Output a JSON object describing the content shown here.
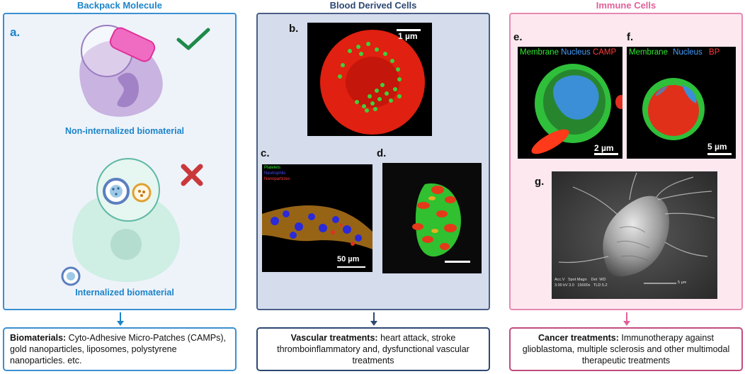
{
  "titles": {
    "backpack": "Backpack Molecule",
    "blood": "Blood Derived Cells",
    "immune": "Immune Cells"
  },
  "panel_letters": {
    "a": "a.",
    "b": "b.",
    "c": "c.",
    "d": "d.",
    "e": "e.",
    "f": "f.",
    "g": "g."
  },
  "backpack": {
    "non_internalized": "Non-internalized biomaterial",
    "internalized": "Internalized biomaterial"
  },
  "scale_bars": {
    "b": "1 µm",
    "c": "50 µm",
    "e": "2 µm",
    "f": "5 µm"
  },
  "panel_c_legend": {
    "platelets": "Platelets",
    "neutrophils": "Neutrophils",
    "nanoparticles": "Nanoparticles"
  },
  "panel_e_legend": {
    "membrane": "Membrane",
    "nucleus": "Nucleus",
    "camp": "CAMP"
  },
  "panel_f_legend": {
    "membrane": "Membrane",
    "nucleus": "Nucleus",
    "bp": "BP"
  },
  "sem_text": {
    "line1": "Acc.V   Spot Magn    Det  WD",
    "line2": "3.00 kV 3.0   15000x   TLD 5.2",
    "scale": "5 µm"
  },
  "boxes": {
    "biomaterials_label": "Biomaterials:",
    "biomaterials_text": " Cyto-Adhesive Micro-Patches (CAMPs),  gold nanoparticles, liposomes, polystyrene nanoparticles. etc.",
    "vascular_label": "Vascular treatments:",
    "vascular_text": " heart attack, stroke thromboinflammatory  and, dysfunctional vascular treatments",
    "cancer_label": "Cancer treatments:",
    "cancer_text": " Immunotherapy against glioblastoma, multiple sclerosis and other multimodal therapeutic treatments"
  },
  "colors": {
    "blue": "#1c84c9",
    "navy": "#2d4873",
    "pink": "#e0619a",
    "check": "#1e8a4a",
    "cross": "#c9383a"
  },
  "icons": {
    "check": "check-mark-icon",
    "cross": "cross-mark-icon",
    "arrow": "down-arrow-icon"
  }
}
